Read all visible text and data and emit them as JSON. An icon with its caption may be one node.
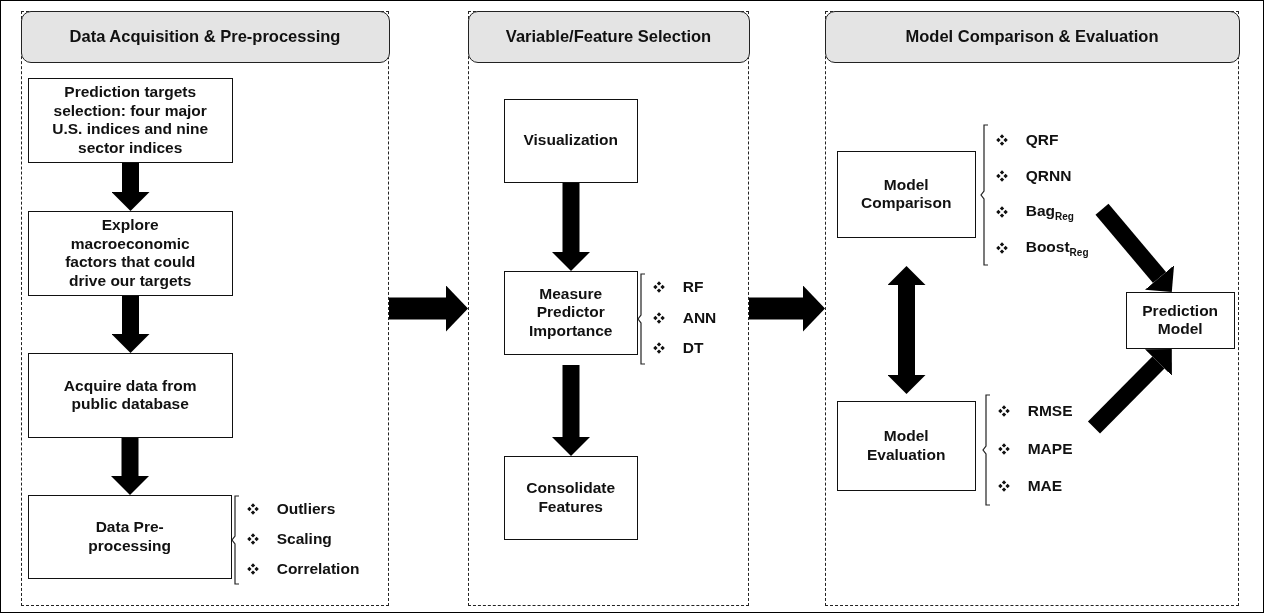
{
  "diagram": {
    "nodes": [
      {
        "text": [
          "Data Acquisition & Pre-processing"
        ]
      },
      {
        "text": [
          "Prediction targets selection: four major U.S. indices and nine sector indices"
        ],
        "in": 0
      },
      {
        "text": [
          "Explore macroeconomic factors that could drive our targets"
        ],
        "in": 0
      },
      {
        "text": [
          "Acquire data from public database"
        ],
        "in": 0
      },
      {
        "text": [
          "Data Pre-processing"
        ],
        "in": 0,
        "beside": [
          "Outliers",
          "Scaling",
          "Correlation"
        ]
      },
      {
        "text": [
          "Variable/Feature Selection"
        ]
      },
      {
        "text": [
          "Visualization"
        ],
        "in": 5
      },
      {
        "text": [
          "Measure Predictor Importance"
        ],
        "in": 5,
        "beside": [
          "RF",
          "ANN",
          "DT"
        ]
      },
      {
        "text": [
          "Consolidate Features"
        ],
        "in": 5
      },
      {
        "text": [
          "Model Comparison & Evaluation"
        ]
      },
      {
        "text": [
          "Model Comparison"
        ],
        "in": 9,
        "beside": [
          "QRF",
          "QRNN",
          "Bag$_{Reg}$",
          "Boost$_{Reg}$"
        ]
      },
      {
        "text": [
          "Model Evaluation"
        ],
        "in": 9,
        "beside": [
          "RMSE",
          "MAPE",
          "MAE"
        ]
      },
      {
        "text": [
          "Prediction Model"
        ],
        "in": 9
      }
    ],
    "edges": [
      {
        "from": 1,
        "to": 2,
        "arrow": "to"
      },
      {
        "from": 2,
        "to": 3,
        "arrow": "to"
      },
      {
        "from": 3,
        "to": 4,
        "arrow": "to"
      },
      {
        "from": 0,
        "to": 5,
        "arrow": "to"
      },
      {
        "from": 6,
        "to": 7,
        "arrow": "to"
      },
      {
        "from": 7,
        "to": 8,
        "arrow": "to"
      },
      {
        "from": 5,
        "to": 9,
        "arrow": "to"
      },
      {
        "from": 10,
        "to": 11,
        "arrow": "both"
      },
      {
        "from": 10,
        "to": 12,
        "arrow": "to"
      },
      {
        "from": 11,
        "to": 12,
        "arrow": "to"
      }
    ]
  }
}
